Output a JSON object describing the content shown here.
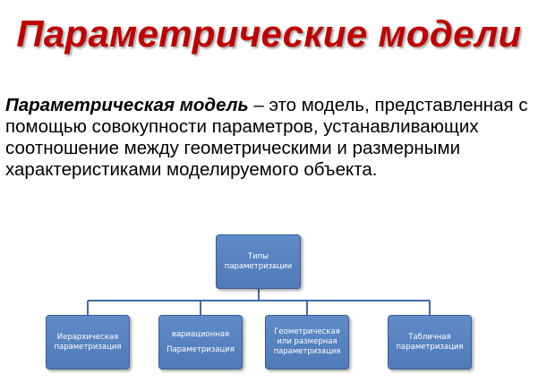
{
  "title": "Параметрические модели",
  "definition": {
    "term": "Параметрическая модель",
    "text": " – это модель, представленная с помощью совокупности параметров, устанавливающих соотношение между геометрическими и размерными характеристиками моделируемого объекта."
  },
  "diagram": {
    "root": {
      "line1": "Типы",
      "line2": "параметризации"
    },
    "children": [
      {
        "line1": "Иерархическая",
        "line2": "параметризация"
      },
      {
        "line1": "вариационная",
        "line2": "Параметризация"
      },
      {
        "line1": "Геометрическая",
        "line2": "или размерная",
        "line3": "параметризация"
      },
      {
        "line1": "Табличная",
        "line2": "параметризация"
      }
    ],
    "colors": {
      "box_fill": "#5b87c5",
      "box_border": "#3a5f94",
      "connector": "#3f6ba8"
    }
  }
}
